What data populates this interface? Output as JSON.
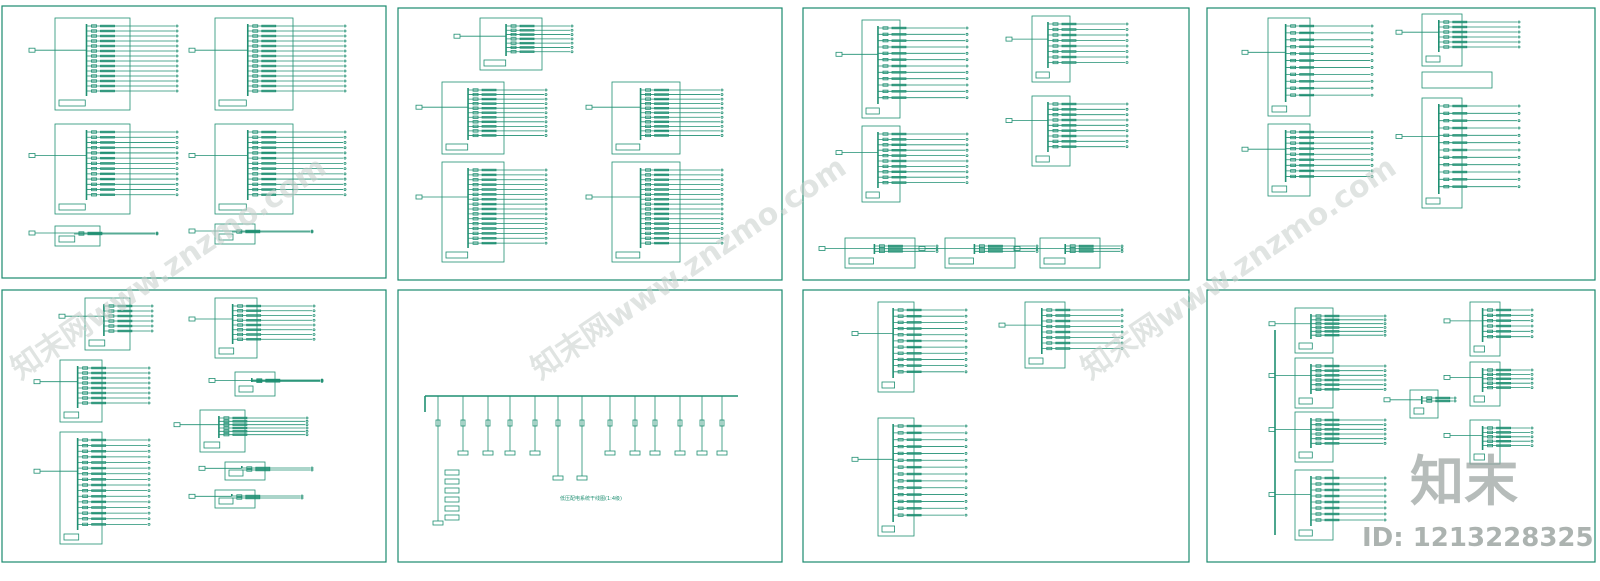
{
  "drawing": {
    "stroke_color": "#1f8f72",
    "frame_color": "#1a8a6e",
    "sheets": [
      {
        "id": "sheet-1"
      },
      {
        "id": "sheet-2"
      },
      {
        "id": "sheet-3"
      },
      {
        "id": "sheet-4"
      },
      {
        "id": "sheet-5"
      },
      {
        "id": "sheet-6",
        "caption": "低压配电系统干线图(1:4级)"
      },
      {
        "id": "sheet-7"
      },
      {
        "id": "sheet-8"
      }
    ]
  },
  "watermark": {
    "site_text": "知末网www.znzmo.com",
    "brand_logo": "知末",
    "id_label": "ID: 1213228325"
  }
}
